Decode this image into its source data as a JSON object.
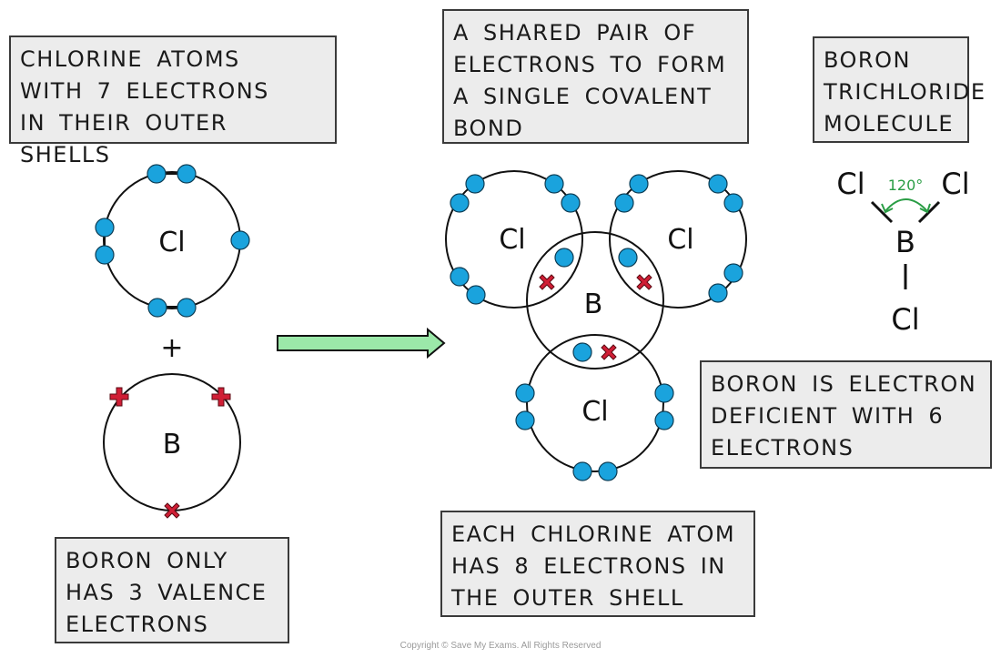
{
  "labels": {
    "chlorine_atoms": [
      "CHLORINE ATOMS",
      "WITH 7 ELECTRONS",
      "IN THEIR OUTER SHELLS"
    ],
    "shared_pair": [
      "A SHARED PAIR OF",
      "ELECTRONS TO FORM",
      "A SINGLE COVALENT",
      "BOND"
    ],
    "molecule_name": [
      "BORON",
      "TRICHLORIDE",
      "MOLECULE"
    ],
    "electron_deficient": [
      "BORON IS ELECTRON",
      "DEFICIENT WITH 6",
      "ELECTRONS"
    ],
    "boron_valence": [
      "BORON ONLY",
      "HAS 3 VALENCE",
      "ELECTRONS"
    ],
    "chlorine_octet": [
      "EACH CHLORINE ATOM",
      "HAS 8 ELECTRONS IN",
      "THE OUTER SHELL"
    ]
  },
  "symbols": {
    "chlorine": "Cl",
    "boron": "B",
    "plus": "+"
  },
  "bond_angle": "120°",
  "copyright": "Copyright © Save My Exams. All Rights Reserved",
  "colors": {
    "chlorine_electron": "#1aa3dd",
    "boron_electron": "#d01e35",
    "arrow": "#9be8a9",
    "angle": "#2a9d45",
    "label_box": "#ececec"
  }
}
